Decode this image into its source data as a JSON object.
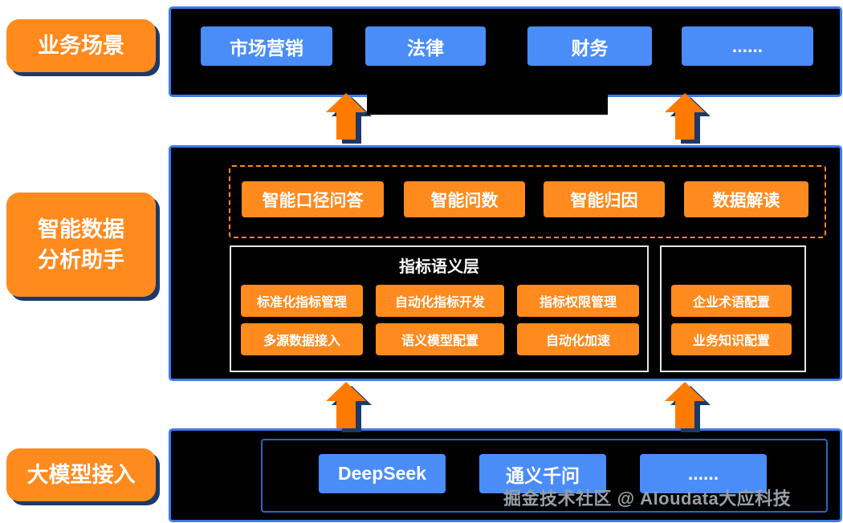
{
  "business": {
    "label": "业务场景",
    "items": [
      "市场营销",
      "法律",
      "财务",
      "......"
    ]
  },
  "assistant": {
    "label_lines": [
      "智能数据",
      "分析助手"
    ],
    "capabilities": [
      "智能口径问答",
      "智能问数",
      "智能归因",
      "数据解读"
    ],
    "semantic_layer": {
      "title": "指标语义层",
      "rows": [
        [
          "标准化指标管理",
          "自动化指标开发",
          "指标权限管理"
        ],
        [
          "多源数据接入",
          "语义模型配置",
          "自动化加速"
        ]
      ]
    },
    "knowledge": [
      "企业术语配置",
      "业务知识配置"
    ]
  },
  "models": {
    "label": "大模型接入",
    "items": [
      "DeepSeek",
      "通义千问",
      "......"
    ]
  },
  "watermark": "掘金技术社区 @ Aloudata大应科技",
  "colors": {
    "orange": "#FF8A1E",
    "blue": "#4A8DF8",
    "border_blue": "#3E79F2",
    "inner_border_blue": "#2E62C8",
    "panel_black": "#000000",
    "arrow_orange": "#FF7B00",
    "arrow_shadow": "#1C3968",
    "watermark_gray": "#97A0AA"
  }
}
